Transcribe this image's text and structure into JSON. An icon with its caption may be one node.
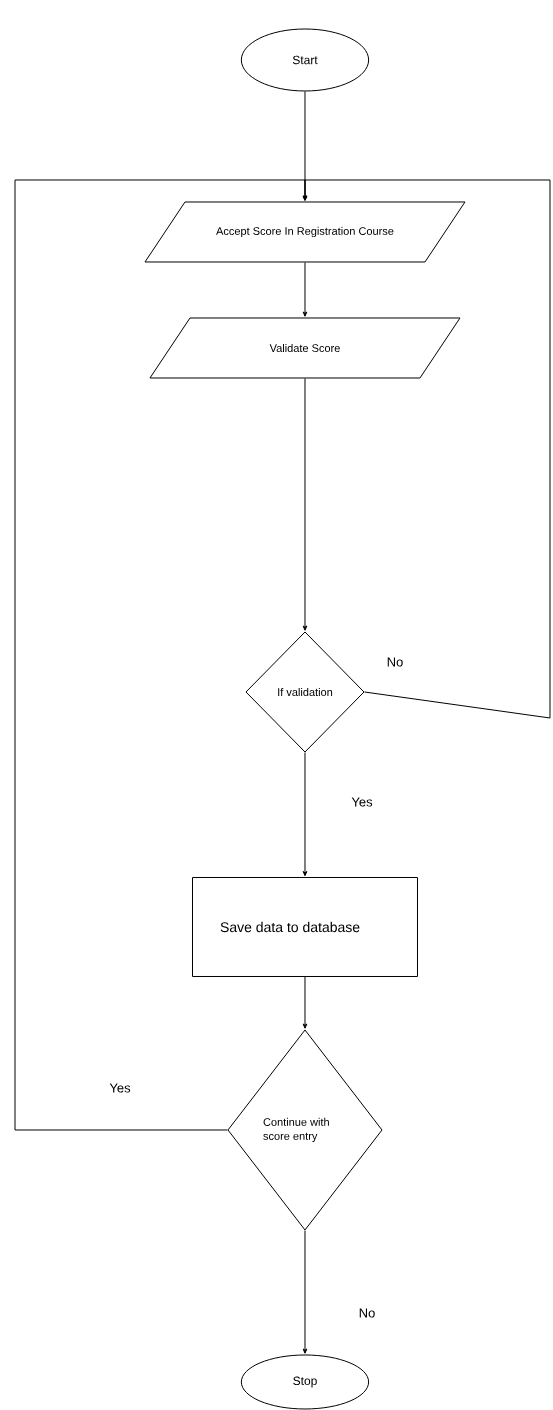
{
  "diagram": {
    "nodes": [
      {
        "text": [
          "Start"
        ]
      },
      {
        "text": [
          "Accept Score In Registration Course"
        ]
      },
      {
        "text": [
          "Validate Score"
        ]
      },
      {
        "text": [
          "If validation"
        ]
      },
      {
        "text": [
          "Save data to database"
        ]
      },
      {
        "text": [
          "Continue with score entry"
        ]
      },
      {
        "text": [
          "Stop"
        ]
      }
    ],
    "edges": [
      {
        "from": 0,
        "to": 1,
        "arrow": "to"
      },
      {
        "from": 1,
        "to": 2,
        "arrow": "to"
      },
      {
        "from": 2,
        "to": 3,
        "arrow": "to"
      },
      {
        "from": 3,
        "to": 1,
        "arrow": "to",
        "label": "No"
      },
      {
        "from": 3,
        "to": 4,
        "arrow": "to",
        "label": "Yes"
      },
      {
        "from": 4,
        "to": 5,
        "arrow": "to"
      },
      {
        "from": 5,
        "to": 1,
        "arrow": "to",
        "label": "Yes"
      },
      {
        "from": 5,
        "to": 6,
        "arrow": "to",
        "label": "No"
      }
    ]
  }
}
